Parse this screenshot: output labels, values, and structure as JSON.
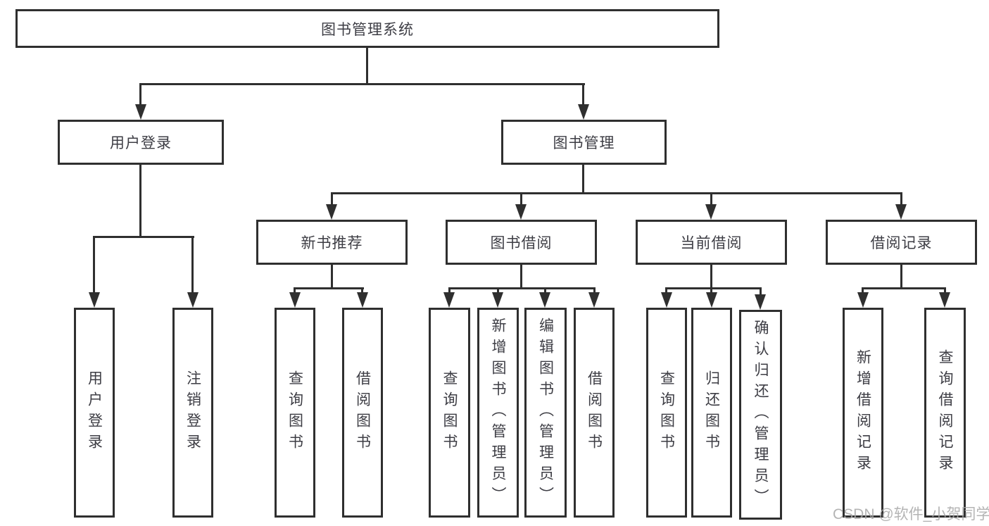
{
  "diagram": {
    "title_node": {
      "label": "图书管理系统"
    },
    "level2": {
      "user_login": {
        "label": "用户登录"
      },
      "book_management": {
        "label": "图书管理"
      }
    },
    "level3": {
      "new_book_recommend": {
        "label": "新书推荐"
      },
      "book_borrow": {
        "label": "图书借阅"
      },
      "current_borrow": {
        "label": "当前借阅"
      },
      "borrow_records": {
        "label": "借阅记录"
      }
    },
    "leaves": {
      "login": [
        "用户登录",
        "注销登录"
      ],
      "new_book": [
        "查询图书",
        "借阅图书"
      ],
      "borrow": [
        "查询图书",
        "新增图书（管理员）",
        "编辑图书（管理员）",
        "借阅图书"
      ],
      "current": [
        "查询图书",
        "归还图书",
        "确认归还（管理员）"
      ],
      "records": [
        "新增借阅记录",
        "查询借阅记录"
      ]
    }
  },
  "watermark": {
    "text": "CSDN @软件_小贺同学"
  },
  "colors": {
    "line": "#2f2f2f",
    "box_border": "#2f2f2f",
    "text": "#3d3d44",
    "background": "#ffffff",
    "watermark": "#a8a8a8"
  }
}
